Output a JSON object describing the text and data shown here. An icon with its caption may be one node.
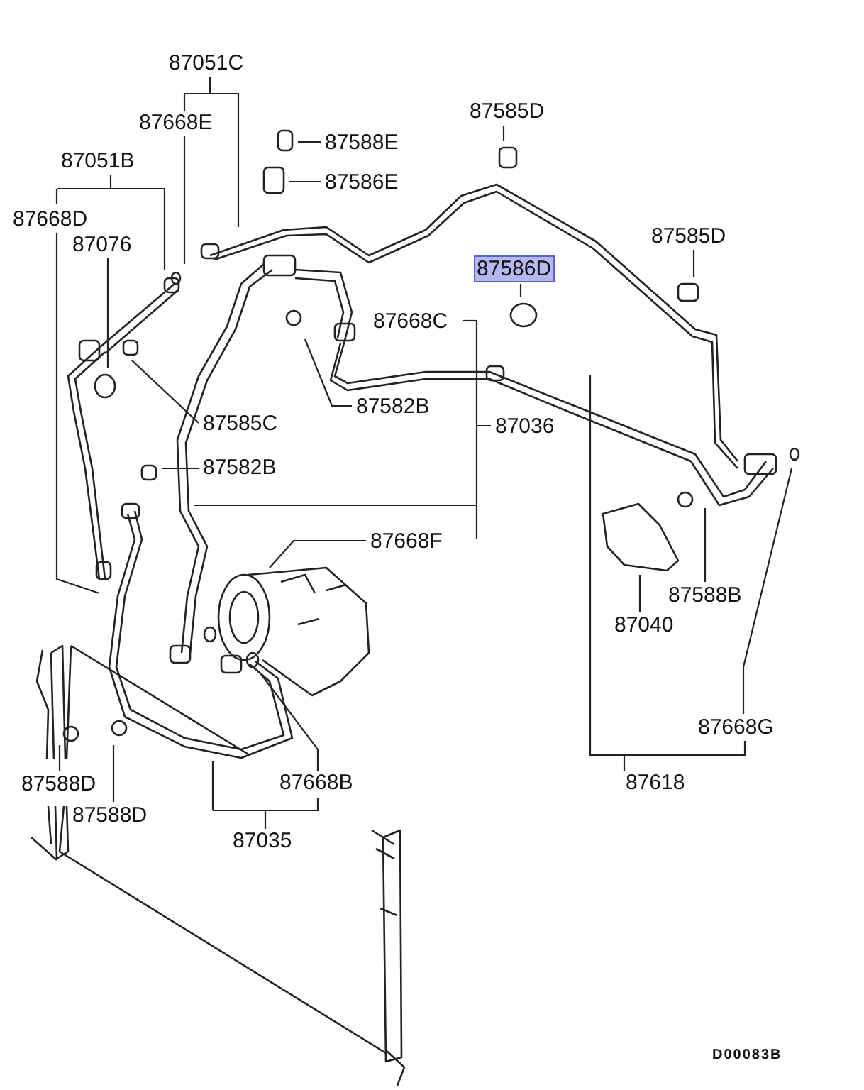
{
  "diagram": {
    "nodes": [
      {
        "text": [
          "87051C"
        ]
      },
      {
        "text": [
          "87668E"
        ]
      },
      {
        "text": [
          "87588E"
        ]
      },
      {
        "text": [
          "87586E"
        ]
      },
      {
        "text": [
          "87051B"
        ]
      },
      {
        "text": [
          "87668D"
        ]
      },
      {
        "text": [
          "87076"
        ]
      },
      {
        "text": [
          "87585D"
        ]
      },
      {
        "text": [
          "87586D"
        ]
      },
      {
        "text": [
          "87585D"
        ]
      },
      {
        "text": [
          "87668C"
        ]
      },
      {
        "text": [
          "87582B"
        ]
      },
      {
        "text": [
          "87585C"
        ]
      },
      {
        "text": [
          "87036"
        ]
      },
      {
        "text": [
          "87582B"
        ]
      },
      {
        "text": [
          "87668F"
        ]
      },
      {
        "text": [
          "87040"
        ]
      },
      {
        "text": [
          "87588B"
        ]
      },
      {
        "text": [
          "87668G"
        ]
      },
      {
        "text": [
          "87588D"
        ]
      },
      {
        "text": [
          "87588D"
        ]
      },
      {
        "text": [
          "87668B"
        ]
      },
      {
        "text": [
          "87035"
        ]
      },
      {
        "text": [
          "87618"
        ]
      }
    ],
    "edges": [
      {
        "from": 0,
        "to": null,
        "arrow": "none"
      },
      {
        "from": 1,
        "to": null,
        "arrow": "none"
      },
      {
        "from": 2,
        "to": null,
        "arrow": "none"
      },
      {
        "from": 3,
        "to": null,
        "arrow": "none"
      },
      {
        "from": 4,
        "to": null,
        "arrow": "none"
      },
      {
        "from": 5,
        "to": null,
        "arrow": "none"
      },
      {
        "from": 6,
        "to": null,
        "arrow": "none"
      },
      {
        "from": 7,
        "to": null,
        "arrow": "none"
      },
      {
        "from": 8,
        "to": null,
        "arrow": "none"
      },
      {
        "from": 9,
        "to": null,
        "arrow": "none"
      },
      {
        "from": 10,
        "to": null,
        "arrow": "none"
      },
      {
        "from": 11,
        "to": null,
        "arrow": "none"
      },
      {
        "from": 12,
        "to": null,
        "arrow": "none"
      },
      {
        "from": 13,
        "to": null,
        "arrow": "none"
      },
      {
        "from": 14,
        "to": null,
        "arrow": "none"
      },
      {
        "from": 15,
        "to": null,
        "arrow": "none"
      },
      {
        "from": 16,
        "to": null,
        "arrow": "none"
      },
      {
        "from": 17,
        "to": null,
        "arrow": "none"
      },
      {
        "from": 18,
        "to": null,
        "arrow": "none"
      },
      {
        "from": 19,
        "to": null,
        "arrow": "none"
      },
      {
        "from": 20,
        "to": null,
        "arrow": "none"
      },
      {
        "from": 21,
        "to": null,
        "arrow": "none"
      },
      {
        "from": 22,
        "to": null,
        "arrow": "none"
      },
      {
        "from": 23,
        "to": null,
        "arrow": "none"
      }
    ],
    "labels": [
      "D00083B"
    ]
  }
}
